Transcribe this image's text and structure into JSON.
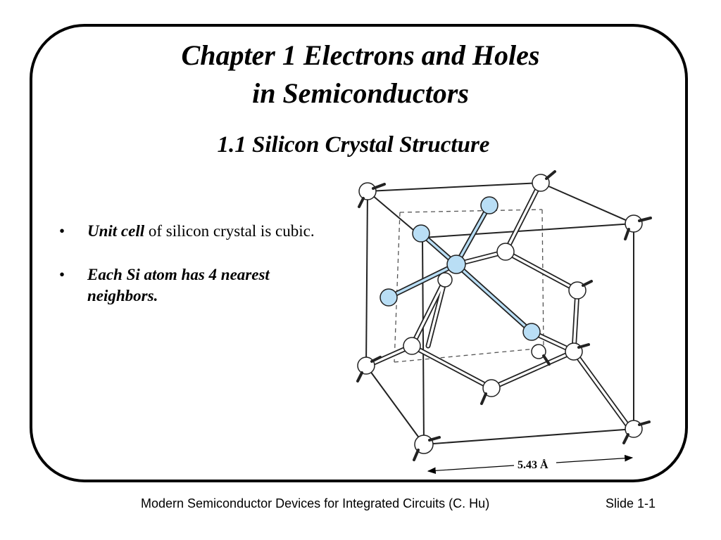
{
  "slide": {
    "title_line1": "Chapter 1   Electrons and Holes",
    "title_line2": "in Semiconductors",
    "subtitle": "1.1  Silicon Crystal Structure",
    "bullets": [
      {
        "bold": "Unit cell",
        "rest": " of silicon crystal is cubic."
      },
      {
        "bold": "Each Si atom has 4 nearest neighbors",
        "rest": "."
      }
    ],
    "bullet_glyph": "•",
    "figure": {
      "dimension_label": "5.43 Å",
      "highlight_color": "#b9def5",
      "atom_color": "#ffffff"
    },
    "footer": {
      "left": "Modern Semiconductor Devices for Integrated Circuits (C. Hu)",
      "right": "Slide 1-1"
    }
  }
}
